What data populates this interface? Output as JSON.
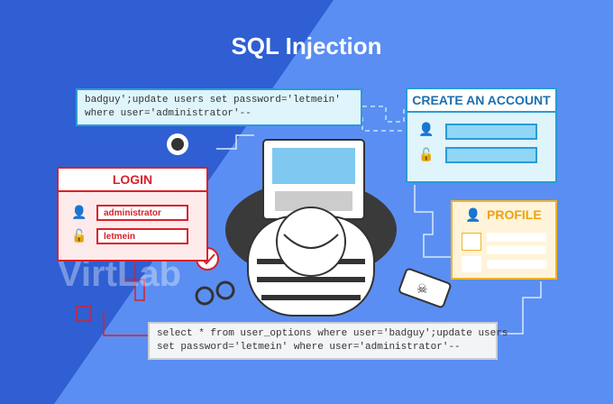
{
  "title": "SQL Injection",
  "injection_input": [
    "badguy';update users set password='letmein'",
    "where user='administrator'--"
  ],
  "resulting_query": [
    "select * from user_options where user='badguy';update users",
    "set password='letmein' where user='administrator'--"
  ],
  "login": {
    "header": "LOGIN",
    "username": "administrator",
    "password": "letmein"
  },
  "create_account": {
    "header": "CREATE AN ACCOUNT"
  },
  "profile": {
    "header": "PROFILE"
  },
  "watermark": "VirtLab",
  "colors": {
    "bg_dark": "#2f5fd2",
    "bg_light": "#5b8ef2",
    "red": "#d8212a",
    "blue": "#2a9bd8",
    "yellow": "#f0b429"
  }
}
